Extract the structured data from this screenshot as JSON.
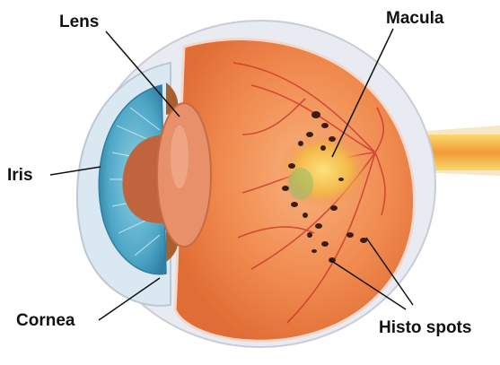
{
  "labels": {
    "lens": "Lens",
    "macula": "Macula",
    "iris": "Iris",
    "cornea": "Cornea",
    "histo_spots": "Histo spots"
  },
  "colors": {
    "background": "#ffffff",
    "sclera": "#e9ebf2",
    "cornea": "#cfe3ef",
    "iris": "#4fa7c6",
    "vitreous": "#f08a4e",
    "vitreous_center": "#f6a56f",
    "lens": "#e8906a",
    "pupil": "#c0643d",
    "macula_lesion": "#f3c04a",
    "vessel": "#c9302c",
    "optic_nerve": "#f7c84a",
    "spot": "#3b1d14",
    "leader": "#111111"
  }
}
